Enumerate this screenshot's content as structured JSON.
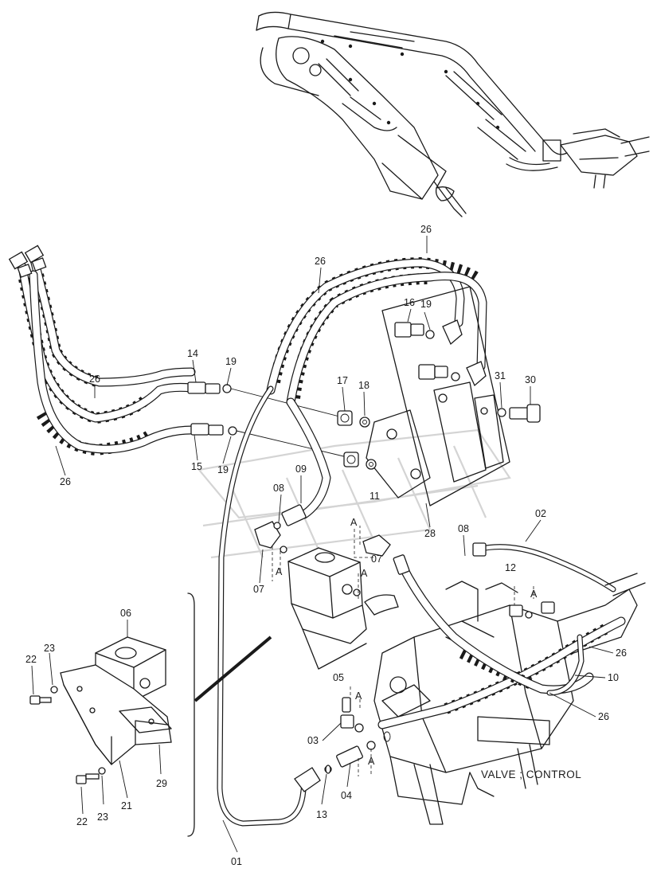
{
  "diagram": {
    "component_caption": "VALVE ; CONTROL",
    "detail_marker": "A",
    "parts": {
      "p01": "01",
      "p02": "02",
      "p03": "03",
      "p04": "04",
      "p05": "05",
      "p06": "06",
      "p07a": "07",
      "p07b": "07",
      "p08a": "08",
      "p08b": "08",
      "p09": "09",
      "p10": "10",
      "p11": "11",
      "p12": "12",
      "p13": "13",
      "p14": "14",
      "p15": "15",
      "p16": "16",
      "p17": "17",
      "p18": "18",
      "p19a": "19",
      "p19b": "19",
      "p19c": "19",
      "p21": "21",
      "p22a": "22",
      "p22b": "22",
      "p23a": "23",
      "p23b": "23",
      "p26a": "26",
      "p26b": "26",
      "p26c": "26",
      "p26d": "26",
      "p26e": "26",
      "p26f": "26",
      "p28": "28",
      "p29": "29",
      "p30": "30",
      "p31": "31"
    }
  }
}
